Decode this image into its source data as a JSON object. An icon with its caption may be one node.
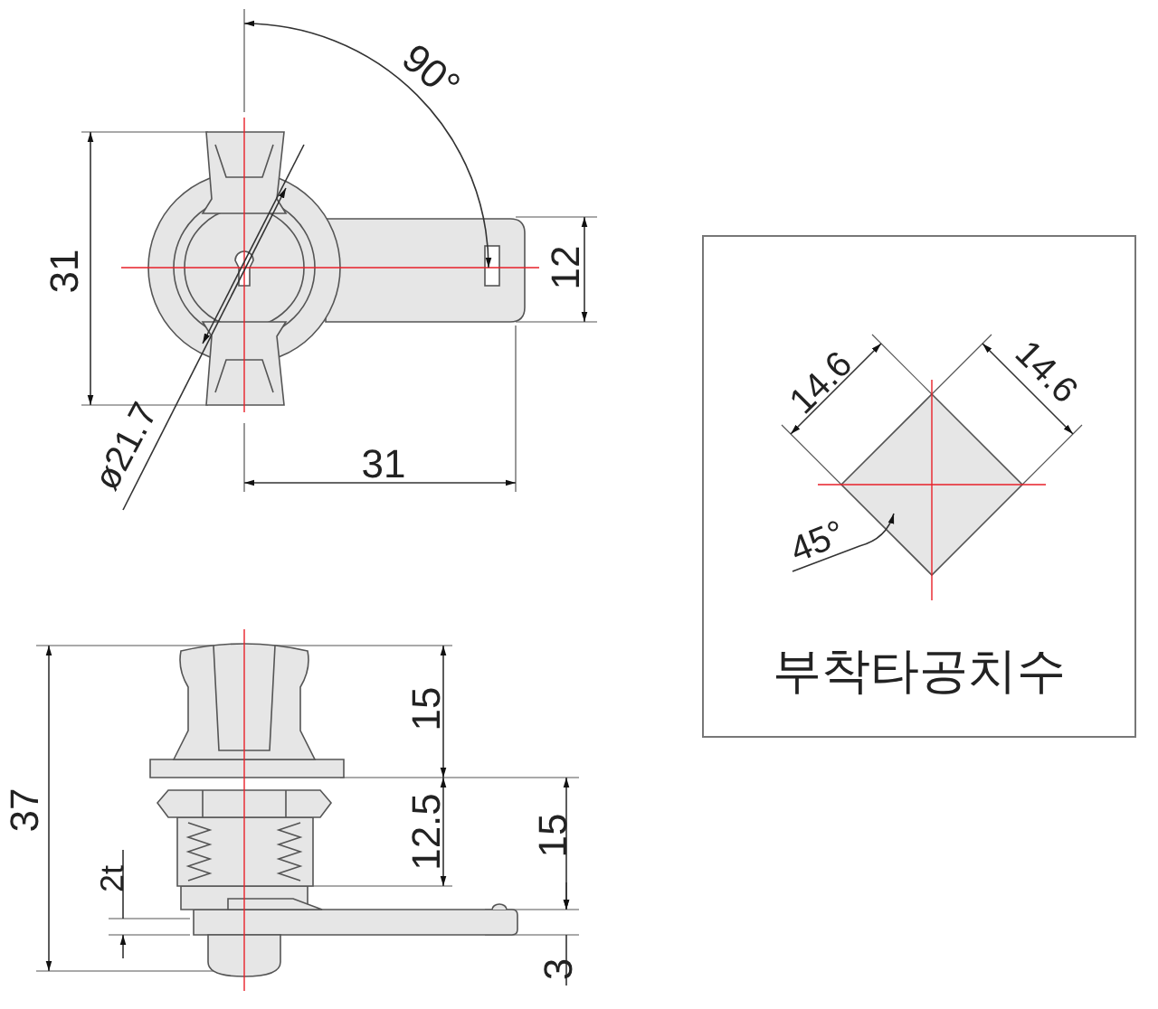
{
  "diagram": {
    "nodes": [
      {
        "text": [
          "부착타공치수"
        ]
      }
    ],
    "labels": [
      "90°",
      "31",
      "12",
      "ø21.7",
      "31",
      "14.6",
      "14.6",
      "45°",
      "15",
      "37",
      "12.5",
      "15",
      "2t",
      "3"
    ]
  }
}
